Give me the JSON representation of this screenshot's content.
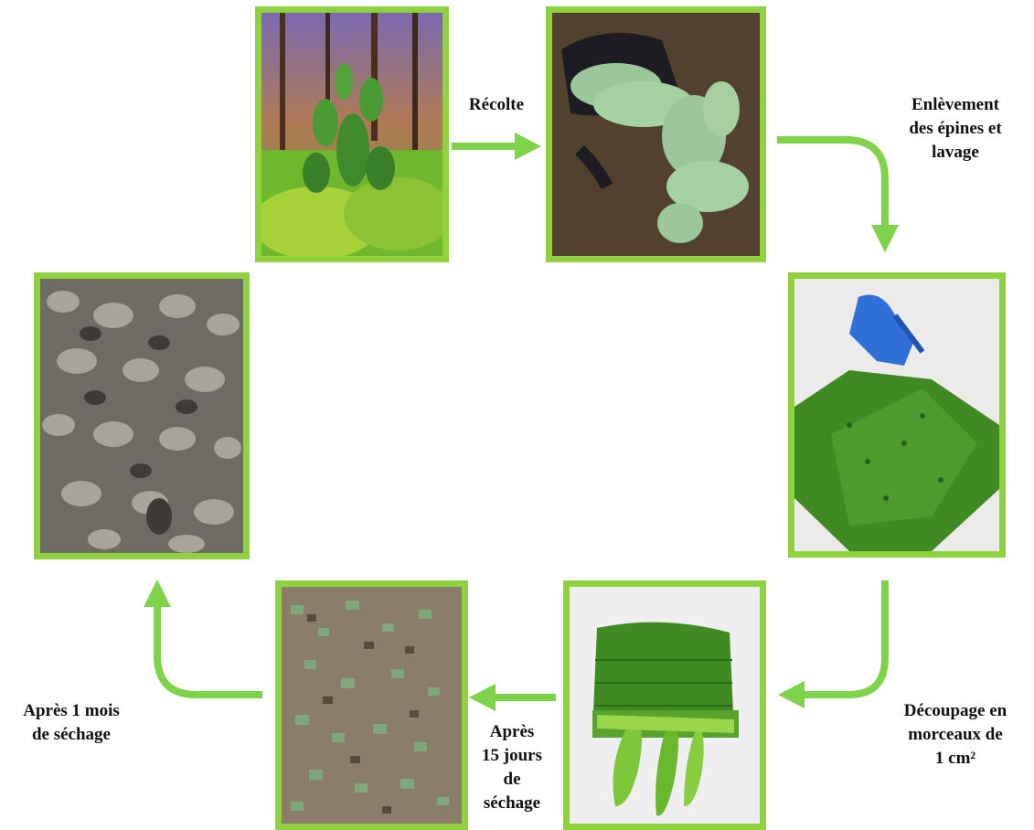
{
  "diagram": {
    "arrow_color": "#7ed34a",
    "frame_color": "#8fd13f",
    "steps": [
      {
        "id": "cactus-field",
        "icon": "cactus-plant-photo"
      },
      {
        "id": "harvested-pads",
        "icon": "cactus-pads-on-bag-photo"
      },
      {
        "id": "pad-handling",
        "icon": "gloved-hand-cactus-pad-photo"
      },
      {
        "id": "cut-pieces",
        "icon": "cut-cactus-pieces-photo"
      },
      {
        "id": "drying-15-days",
        "icon": "drying-pieces-photo"
      },
      {
        "id": "dried-1-month",
        "icon": "dried-pieces-photo"
      }
    ],
    "labels": {
      "recolte": "Récolte",
      "enlevement": "Enlèvement\ndes épines et\nlavage",
      "decoupage": "Découpage en\nmorceaux de\n1 cm²",
      "apres15": "Après\n15 jours\nde\nséchage",
      "apres1mois": "Après 1 mois\nde séchage"
    }
  }
}
